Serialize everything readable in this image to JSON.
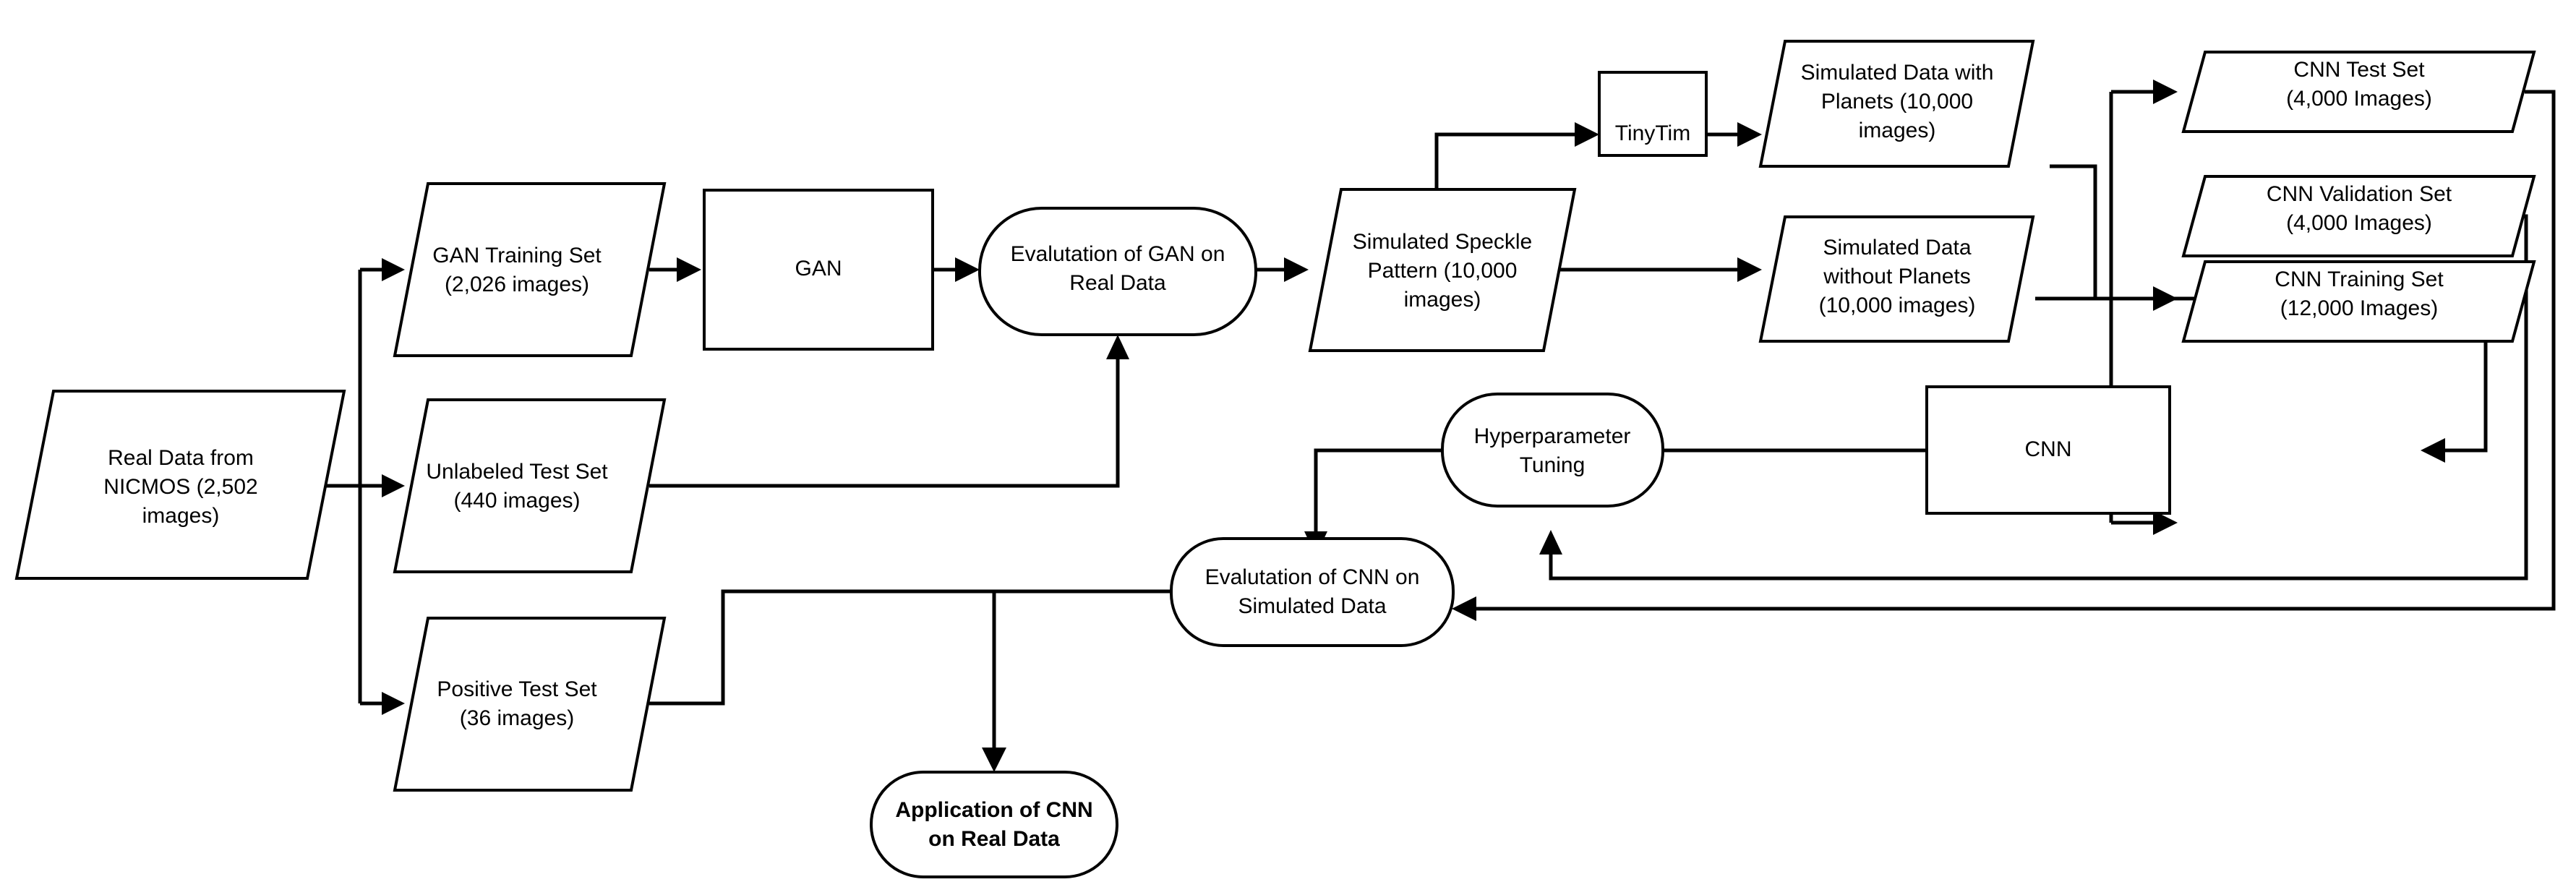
{
  "diagram": {
    "title": "Exoplanet detection pipeline flowchart",
    "background_color": "#ffffff",
    "stroke_color": "#000000",
    "fill_color": "#ffffff",
    "nodes": {
      "real_data": {
        "shape": "parallelogram",
        "lines": [
          "Real Data from",
          "NICMOS (2,502",
          "images)"
        ]
      },
      "gan_training_set": {
        "shape": "parallelogram",
        "lines": [
          "GAN Training Set",
          "(2,026 images)"
        ]
      },
      "unlabeled_test_set": {
        "shape": "parallelogram",
        "lines": [
          "Unlabeled Test Set",
          "(440 images)"
        ]
      },
      "positive_test_set": {
        "shape": "parallelogram",
        "lines": [
          "Positive Test Set",
          "(36 images)"
        ]
      },
      "gan": {
        "shape": "rectangle",
        "lines": [
          "GAN"
        ]
      },
      "eval_gan_real": {
        "shape": "rounded",
        "lines": [
          "Evalutation of GAN on",
          "Real Data"
        ]
      },
      "simulated_speckle": {
        "shape": "parallelogram",
        "lines": [
          "Simulated Speckle",
          "Pattern (10,000",
          "images)"
        ]
      },
      "tinytim": {
        "shape": "rectangle",
        "lines": [
          "TinyTim"
        ]
      },
      "sim_with_planets": {
        "shape": "parallelogram",
        "lines": [
          "Simulated Data with",
          "Planets (10,000",
          "images)"
        ]
      },
      "sim_without_planets": {
        "shape": "parallelogram",
        "lines": [
          "Simulated Data",
          "without Planets",
          "(10,000 images)"
        ]
      },
      "cnn_test_set": {
        "shape": "parallelogram",
        "lines": [
          "CNN Test Set",
          "(4,000 Images)"
        ]
      },
      "cnn_validation_set": {
        "shape": "parallelogram",
        "lines": [
          "CNN Validation Set",
          "(4,000 Images)"
        ]
      },
      "cnn_training_set": {
        "shape": "parallelogram",
        "lines": [
          "CNN Training Set",
          "(12,000 Images)"
        ]
      },
      "cnn": {
        "shape": "rectangle",
        "lines": [
          "CNN"
        ]
      },
      "hyperparameter_tuning": {
        "shape": "rounded",
        "lines": [
          "Hyperparameter",
          "Tuning"
        ]
      },
      "eval_cnn_simulated": {
        "shape": "rounded",
        "lines": [
          "Evalutation of CNN on",
          "Simulated Data"
        ]
      },
      "application_cnn_real": {
        "shape": "rounded",
        "bold": true,
        "lines": [
          "Application of CNN",
          "on Real Data"
        ]
      }
    },
    "edges": [
      {
        "from": "real_data",
        "to": "gan_training_set"
      },
      {
        "from": "real_data",
        "to": "unlabeled_test_set"
      },
      {
        "from": "real_data",
        "to": "positive_test_set"
      },
      {
        "from": "gan_training_set",
        "to": "gan"
      },
      {
        "from": "gan",
        "to": "eval_gan_real"
      },
      {
        "from": "unlabeled_test_set",
        "to": "eval_gan_real"
      },
      {
        "from": "eval_gan_real",
        "to": "simulated_speckle"
      },
      {
        "from": "simulated_speckle",
        "to": "tinytim"
      },
      {
        "from": "tinytim",
        "to": "sim_with_planets"
      },
      {
        "from": "simulated_speckle",
        "to": "sim_without_planets"
      },
      {
        "from": "sim_with_planets",
        "to": "cnn_test_set"
      },
      {
        "from": "sim_with_planets",
        "to": "cnn_validation_set"
      },
      {
        "from": "sim_with_planets",
        "to": "cnn_training_set"
      },
      {
        "from": "sim_without_planets",
        "to": "cnn_test_set"
      },
      {
        "from": "sim_without_planets",
        "to": "cnn_validation_set"
      },
      {
        "from": "sim_without_planets",
        "to": "cnn_training_set"
      },
      {
        "from": "cnn_training_set",
        "to": "cnn"
      },
      {
        "from": "cnn",
        "to": "hyperparameter_tuning"
      },
      {
        "from": "cnn_validation_set",
        "to": "hyperparameter_tuning"
      },
      {
        "from": "cnn_test_set",
        "to": "eval_cnn_simulated"
      },
      {
        "from": "eval_cnn_simulated",
        "to": "hyperparameter_tuning"
      },
      {
        "from": "hyperparameter_tuning",
        "to": "eval_cnn_simulated"
      },
      {
        "from": "eval_cnn_simulated",
        "to": "application_cnn_real"
      },
      {
        "from": "positive_test_set",
        "to": "eval_cnn_simulated"
      }
    ]
  }
}
